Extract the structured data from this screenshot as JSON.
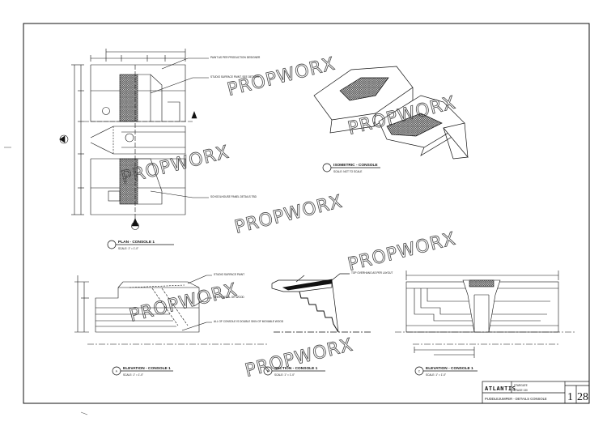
{
  "watermark": "PROPWORX",
  "views": {
    "plan": {
      "title": "PLAN - CONSOLE 1",
      "scale": "SCALE: 1\" = 1'-0\""
    },
    "isometric": {
      "title": "ISOMETRIC - CONSOLE",
      "scale": "SCALE: NOT TO SCALE"
    },
    "elevation_a": {
      "marker": "A",
      "title": "ELEVATION - CONSOLE 1",
      "scale": "SCALE: 1\" = 1'-0\""
    },
    "section_b": {
      "marker": "B",
      "title": "SECTION - CONSOLE 1",
      "scale": "SCALE: 1\" = 1'-0\""
    },
    "elevation_c": {
      "marker": "C",
      "title": "ELEVATION - CONSOLE 1",
      "scale": "SCALE: 1\" = 1'-0\""
    }
  },
  "notes": {
    "plan_top": "PAINT AS PER PRODUCTION DESIGNER",
    "plan_mid": "STUDIO SURFACE PAINT, SEE DETAILS",
    "plan_bottom": "SCHOOLHOUSE PANEL DETAILS TBD",
    "elev_a_top": "STUDIO SURFACE PAINT",
    "elev_a_mid": "SHEETMETAL OR WOOD",
    "elev_a_bottom": "ALL OF CONSOLE IS DOUBLE SKIN OF MOVABLE WOOD",
    "section_b": "TOP OVERHANG AS PER LAYOUT"
  },
  "title_block": {
    "company": "ATLANTIS",
    "project": "STARGATE",
    "location": "STAGE 130",
    "drawing": "PUDDLEJUMPER - DETAILS CONSOLE",
    "sheet": "1",
    "number": "28"
  },
  "colors": {
    "line": "#111111",
    "paper": "#ffffff",
    "watermark": "#444444"
  }
}
